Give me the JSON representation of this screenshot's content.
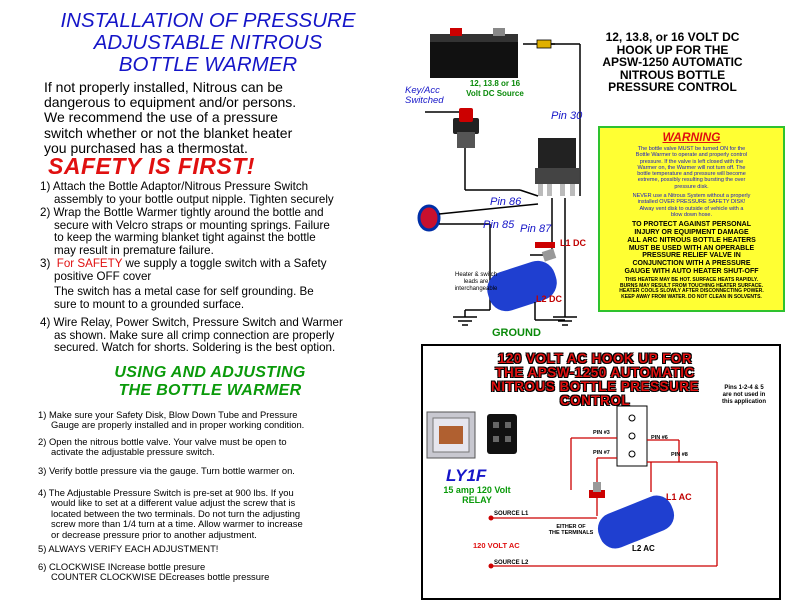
{
  "title": {
    "line1": "INSTALLATION OF PRESSURE",
    "line2": "ADJUSTABLE NITROUS",
    "line3": "BOTTLE WARMER"
  },
  "intro": {
    "line1": "If not properly installed, Nitrous can be",
    "line2": "dangerous to equipment and/or persons.",
    "line3": "We recommend the use of a pressure",
    "line4": "switch whether or not the blanket heater",
    "line5": "you purchased has a thermostat."
  },
  "safety_heading": "SAFETY IS FIRST!",
  "steps": {
    "s1a": "1)  Attach the Bottle Adaptor/Nitrous Pressure Switch",
    "s1b": "assembly to your bottle output nipple.  Tighten securely",
    "s2a": "2)  Wrap the Bottle Warmer tightly around the bottle and",
    "s2b": "secure with Velcro straps or mounting springs.  Failure",
    "s2c": "to keep the warming blanket tight against the bottle",
    "s2d": "may result in premature failure.",
    "s3num": "3)",
    "s3red": "For SAFETY",
    "s3a": " we supply a toggle switch with a Safety",
    "s3b": "positive OFF cover",
    "s3c": "The switch has a metal case for self grounding.  Be",
    "s3d": "sure to mount to a grounded surface.",
    "s4a": "4)  Wire Relay, Power Switch, Pressure Switch and Warmer",
    "s4b": "as shown.  Make sure all crimp connection are properly",
    "s4c": "secured.  Watch for shorts.  Soldering is the best option."
  },
  "using": {
    "line1": "USING AND ADJUSTING",
    "line2": "THE BOTTLE WARMER"
  },
  "using_steps": {
    "u1a": "1)  Make sure your Safety Disk, Blow Down Tube and Pressure",
    "u1b": "Gauge are properly installed and in proper working condition.",
    "u2a": "2)  Open the nitrous bottle valve.  Your valve must be open to",
    "u2b": "activate the adjustable pressure switch.",
    "u3a": "3)  Verify bottle pressure via the gauge.  Turn bottle warmer on.",
    "u4a": "4)  The Adjustable Pressure Switch is pre-set at 900 lbs.  If you",
    "u4b": "would like to set at a different value adjust the screw that is",
    "u4c": "located between the two terminals.  Do not turn the adjusting",
    "u4d": "screw more than 1/4 turn at a time.  Allow warmer to increase",
    "u4e": "or decrease pressure prior to another adjustment.",
    "u5a": "5)  ALWAYS VERIFY EACH ADJUSTMENT!",
    "u6a": "6)  CLOCKWISE INcrease bottle presure",
    "u6b": "COUNTER CLOCKWISE DEcreases bottle pressure"
  },
  "dc_diagram": {
    "title1": "12, 13.8, or 16 VOLT DC",
    "title2": "HOOK UP FOR THE",
    "title3": "APSW-1250 AUTOMATIC",
    "title4": "NITROUS BOTTLE",
    "title5": "PRESSURE CONTROL",
    "source1": "12, 13.8 or 16",
    "source2": "Volt DC Source",
    "key1": "Key/Acc",
    "key2": "Switched",
    "pin30": "Pin 30",
    "pin86": "Pin 86",
    "pin85": "Pin 85",
    "pin87": "Pin 87",
    "l1": "L1 DC",
    "l2": "L2 DC",
    "heater1": "Heater & switch",
    "heater2": "leads are",
    "heater3": "interchangeable",
    "ground": "GROUND"
  },
  "warning": {
    "title": "WARNING",
    "p1a": "The bottle valve MUST be turned ON for the",
    "p1b": "Bottle Warmer to operate and properly control",
    "p1c": "pressure.  If the valve is left closed with the",
    "p1d": "Warmer on, the Warmer will not turn off.  The",
    "p1e": "bottle temperature and pressure will become",
    "p1f": "extreme, possibly resulting bursting the over",
    "p1g": "pressure disk.",
    "p2a": "NEVER use a Nitrous System without a properly",
    "p2b": "installed OVER PRESSURE SAFETY DISK!",
    "p2c": "Alway vent disk to outside of vehicle with a",
    "p2d": "blow down hose.",
    "p3a": "TO PROTECT AGAINST PERSONAL",
    "p3b": "INJURY OR EQUIPMENT DAMAGE",
    "p3c": "ALL ARC NITROUS BOTTLE HEATERS",
    "p3d": "MUST BE USED WITH AN OPERABLE",
    "p3e": "PRESSURE RELIEF VALVE IN",
    "p3f": "CONJUNCTION WITH A PRESSURE",
    "p3g": "GAUGE WITH AUTO HEATER SHUT-OFF",
    "p4a": "THIS HEATER MAY BE HOT.  SURFACE HEATS RAPIDLY.",
    "p4b": "BURNS MAY RESULT FROM TOUCHING HEATER SURFACE.",
    "p4c": "HEATER COOLS SLOWLY AFTER DISCONNECTING POWER.",
    "p4d": "KEEP AWAY FROM WATER.  DO NOT CLEAN IN SOLVENTS."
  },
  "ac_diagram": {
    "title1": "120 VOLT AC HOOK UP FOR",
    "title2": "THE APSW-1250 AUTOMATIC",
    "title3": "NITROUS BOTTLE PRESSURE",
    "title4": "CONTROL",
    "pins_note1": "Pins 1-2-4 & 5",
    "pins_note2": "are not used in",
    "pins_note3": "this application",
    "pin3": "PIN #3",
    "pin6": "PIN #6",
    "pin7": "PIN #7",
    "pin8": "PIN #8",
    "relay": "LY1F",
    "relay_sub1": "15 amp 120 Volt",
    "relay_sub2": "RELAY",
    "source_l1": "SOURCE L1",
    "either1": "EITHER OF",
    "either2": "THE TERMINALS",
    "volt": "120 VOLT AC",
    "l1": "L1 AC",
    "l2": "L2 AC",
    "source_l2": "SOURCE L2"
  }
}
